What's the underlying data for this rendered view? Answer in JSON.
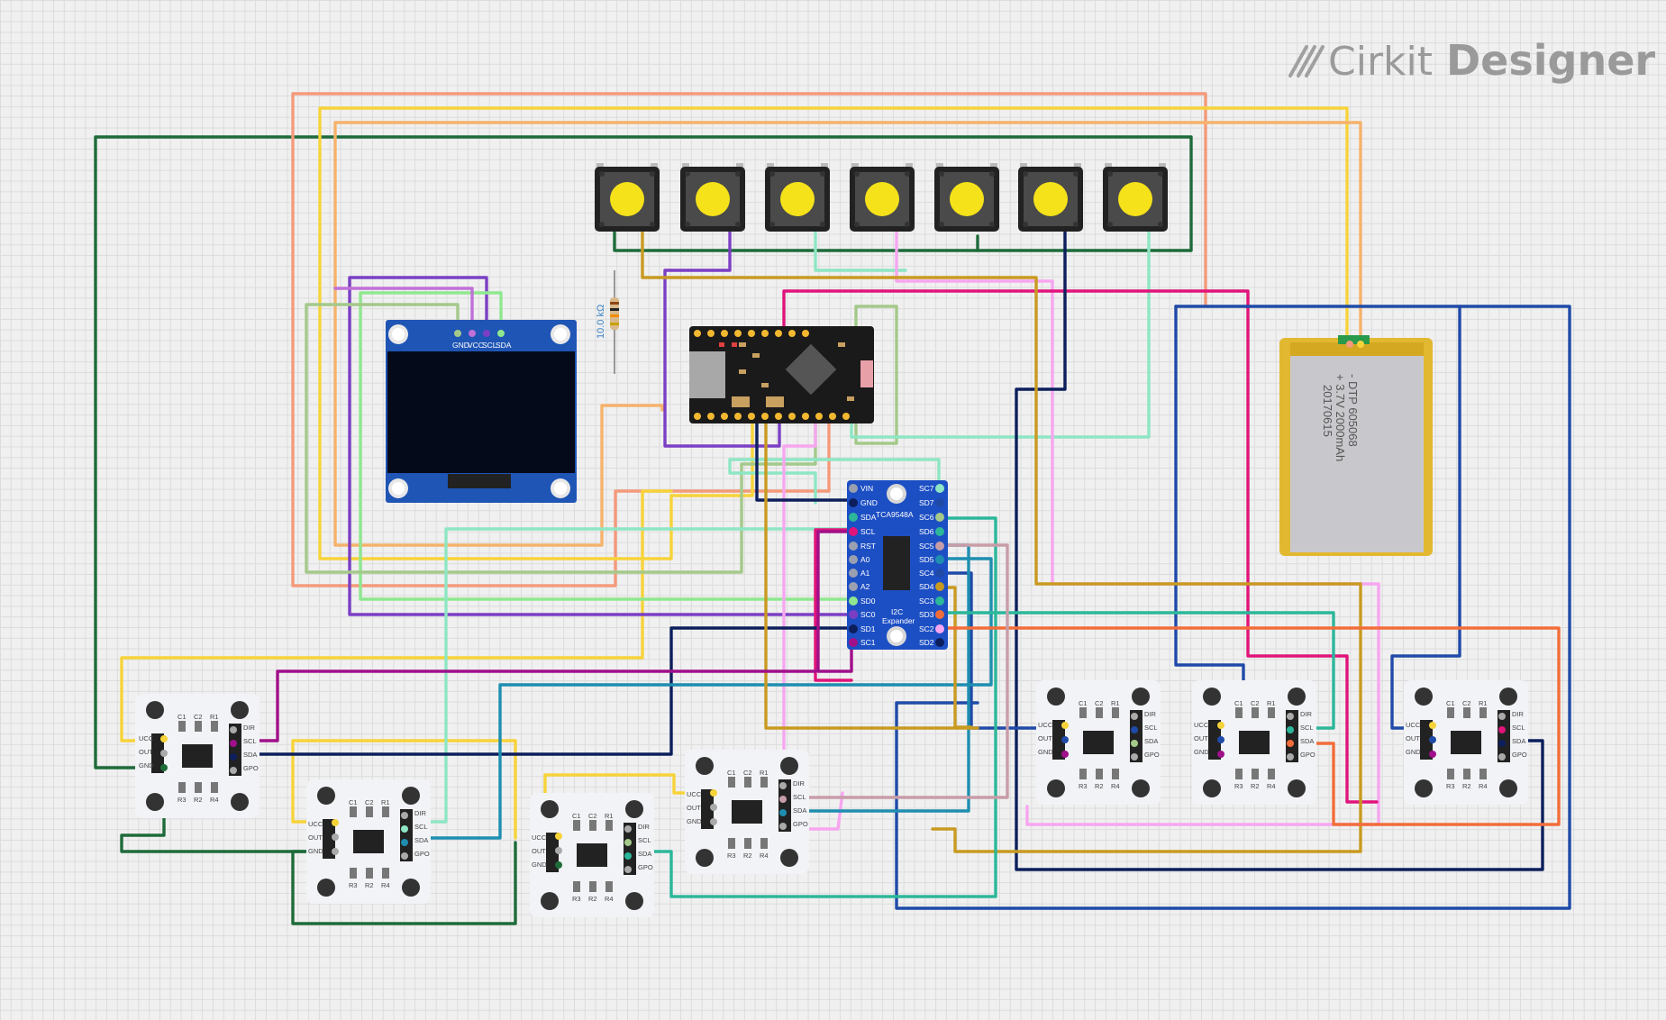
{
  "app": {
    "brand_first": "Cirkit",
    "brand_second": "Designer",
    "brand_icon": "cirkit-logo-icon"
  },
  "resistor": {
    "label": "10.0 kΩ"
  },
  "oled": {
    "pins": [
      "GND",
      "VCC",
      "SCL",
      "SDA"
    ]
  },
  "mux": {
    "title": "TCA9548A",
    "subtitle_line1": "I2C",
    "subtitle_line2": "Expander",
    "left_pins": [
      "VIN",
      "GND",
      "SDA",
      "SCL",
      "RST",
      "A0",
      "A1",
      "A2",
      "SD0",
      "SC0",
      "SD1",
      "SC1"
    ],
    "right_pins": [
      "SC7",
      "SD7",
      "SC6",
      "SD6",
      "SC5",
      "SD5",
      "SC4",
      "SD4",
      "SC3",
      "SD3",
      "SC2",
      "SD2"
    ]
  },
  "battery": {
    "text_line1": "- DTP 605068",
    "text_line2": "+ 3.7V 2000mAh",
    "text_line3": "20170615"
  },
  "sensor_board": {
    "left_pins": [
      "UCC",
      "OUT",
      "GND"
    ],
    "right_pins": [
      "DIR",
      "SCL",
      "SDA",
      "GPO"
    ],
    "top_marks": [
      "C1",
      "C2",
      "R1"
    ],
    "bottom_marks": [
      "R3",
      "R2",
      "R4"
    ]
  },
  "buttons": {
    "count": 7,
    "cap_color": "#f5e21a"
  },
  "colors": {
    "dark_green": "#1e6b3a",
    "salmon": "#f49a7b",
    "yellow": "#f7d33a",
    "orange": "#f6b26b",
    "purple": "#7b3fc4",
    "light_green": "#8fe88f",
    "sage": "#a4c98a",
    "mint": "#8ee6c4",
    "pink": "#f7a6f0",
    "magenta": "#e0147a",
    "navy": "#0c1f5c",
    "blue": "#1f4aa8",
    "teal": "#1f8eb0",
    "olive": "#c89a20",
    "seafoam": "#2cb79a",
    "red_orange": "#f26d3a",
    "mauve": "#c79da8",
    "violet": "#a0108a"
  }
}
